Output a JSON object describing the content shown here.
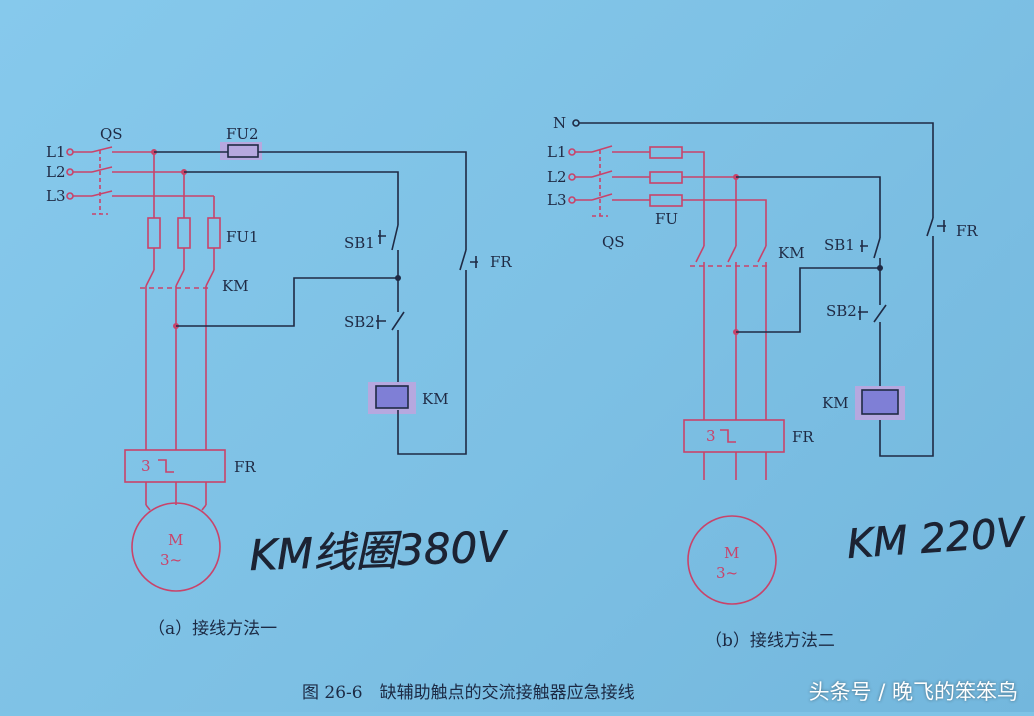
{
  "colors": {
    "power": "#c9436a",
    "control": "#1f2a44",
    "coil_fill": "#7f7fd6",
    "highlight": "#b6a8df"
  },
  "diagram_a": {
    "terminals": [
      "L1",
      "L2",
      "L3"
    ],
    "switch_label": "QS",
    "control_fuse_label": "FU2",
    "main_fuse_label": "FU1",
    "contactor_label": "KM",
    "stop_button_label": "SB1",
    "start_button_label": "SB2",
    "coil_label": "KM",
    "relay_contact_label": "FR",
    "overload_label": "FR",
    "overload_phases": "3",
    "motor_label": "M",
    "motor_phase": "3~",
    "handwritten_note": "KM线圈380V",
    "caption": "（a）接线方法一"
  },
  "diagram_b": {
    "neutral_label": "N",
    "terminals": [
      "L1",
      "L2",
      "L3"
    ],
    "switch_label": "QS",
    "fuse_label": "FU",
    "contactor_label": "KM",
    "stop_button_label": "SB1",
    "start_button_label": "SB2",
    "coil_label": "KM",
    "relay_contact_label": "FR",
    "overload_label": "FR",
    "overload_phases": "3",
    "motor_label": "M",
    "motor_phase": "3~",
    "handwritten_note": "KM 220V",
    "caption": "（b）接线方法二"
  },
  "figure_caption": "图 26-6　缺辅助触点的交流接触器应急接线",
  "watermark": "头条号 / 晚飞的笨笨鸟"
}
